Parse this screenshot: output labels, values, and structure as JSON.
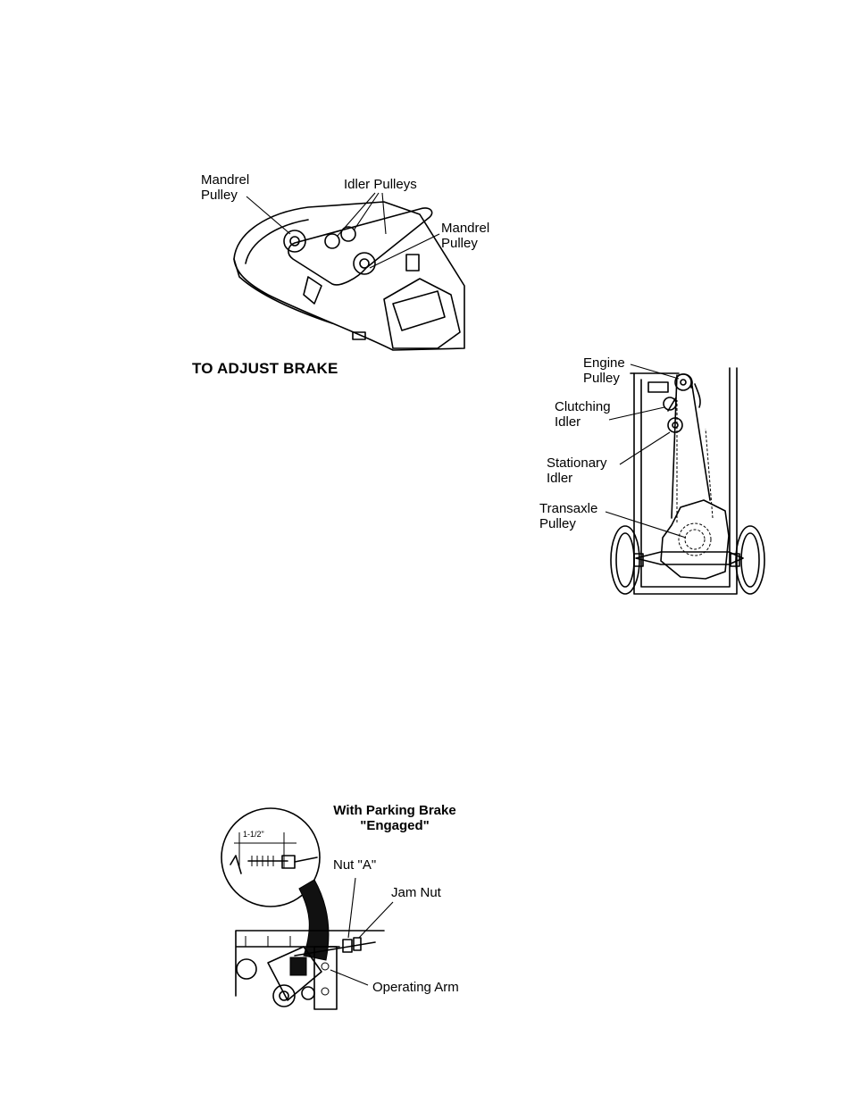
{
  "figure1": {
    "mandrel_pulley_left": [
      "Mandrel",
      "Pulley"
    ],
    "idler_pulleys": "Idler Pulleys",
    "mandrel_pulley_right": [
      "Mandrel",
      "Pulley"
    ]
  },
  "section": {
    "heading": "TO ADJUST BRAKE"
  },
  "figure2": {
    "engine_pulley": [
      "Engine",
      "Pulley"
    ],
    "clutching_idler": [
      "Clutching",
      "Idler"
    ],
    "stationary_idler": [
      "Stationary",
      "Idler"
    ],
    "transaxle_pulley": [
      "Transaxle",
      "Pulley"
    ]
  },
  "figure3": {
    "title": [
      "With Parking Brake",
      "\"Engaged\""
    ],
    "dimension": "1-1/2\"",
    "nut_a": "Nut \"A\"",
    "jam_nut": "Jam Nut",
    "operating_arm": "Operating Arm"
  }
}
